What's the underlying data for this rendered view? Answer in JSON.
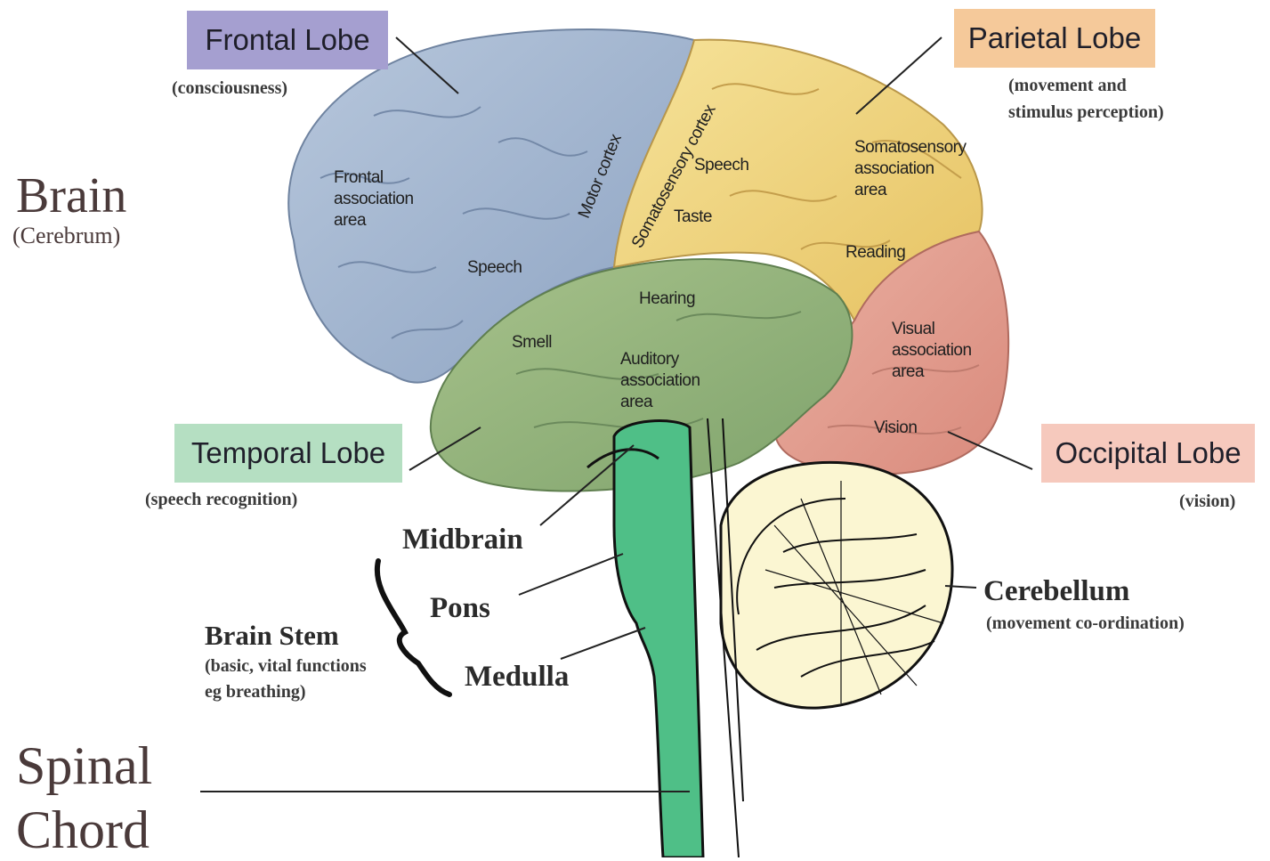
{
  "lobes": {
    "frontal": {
      "name": "Frontal Lobe",
      "function": "(consciousness)",
      "color": "#a59fd0"
    },
    "parietal": {
      "name": "Parietal Lobe",
      "function_line1": "(movement and",
      "function_line2": "stimulus perception)",
      "color": "#f5c99a"
    },
    "temporal": {
      "name": "Temporal Lobe",
      "function": "(speech recognition)",
      "color": "#b5dfc2"
    },
    "occipital": {
      "name": "Occipital Lobe",
      "function": "(vision)",
      "color": "#f6c9bd"
    }
  },
  "brain": {
    "title": "Brain",
    "subtitle": "(Cerebrum)"
  },
  "areas": {
    "frontal_association": [
      "Frontal",
      "association",
      "area"
    ],
    "speech_frontal": "Speech",
    "motor_cortex": "Motor cortex",
    "somatosensory_cortex": "Somatosensory cortex",
    "speech_parietal": "Speech",
    "taste": "Taste",
    "somatosensory_association": [
      "Somatosensory",
      "association",
      "area"
    ],
    "reading": "Reading",
    "hearing": "Hearing",
    "smell": "Smell",
    "auditory_association": [
      "Auditory",
      "association",
      "area"
    ],
    "visual_association": [
      "Visual",
      "association",
      "area"
    ],
    "vision": "Vision"
  },
  "brainstem": {
    "midbrain": "Midbrain",
    "pons": "Pons",
    "medulla": "Medulla",
    "title": "Brain Stem",
    "desc_line1": "(basic, vital functions",
    "desc_line2": "eg breathing)"
  },
  "cerebellum": {
    "name": "Cerebellum",
    "function": "(movement co-ordination)"
  },
  "spinal": {
    "line1": "Spinal",
    "line2": "Chord"
  },
  "colors": {
    "frontal_region": "#9fb3cf",
    "parietal_region": "#eed47a",
    "temporal_region": "#97b57c",
    "occipital_region": "#e39d8f",
    "stem": "#4fbf87",
    "cerebellum_fill": "#fbf6d2"
  }
}
